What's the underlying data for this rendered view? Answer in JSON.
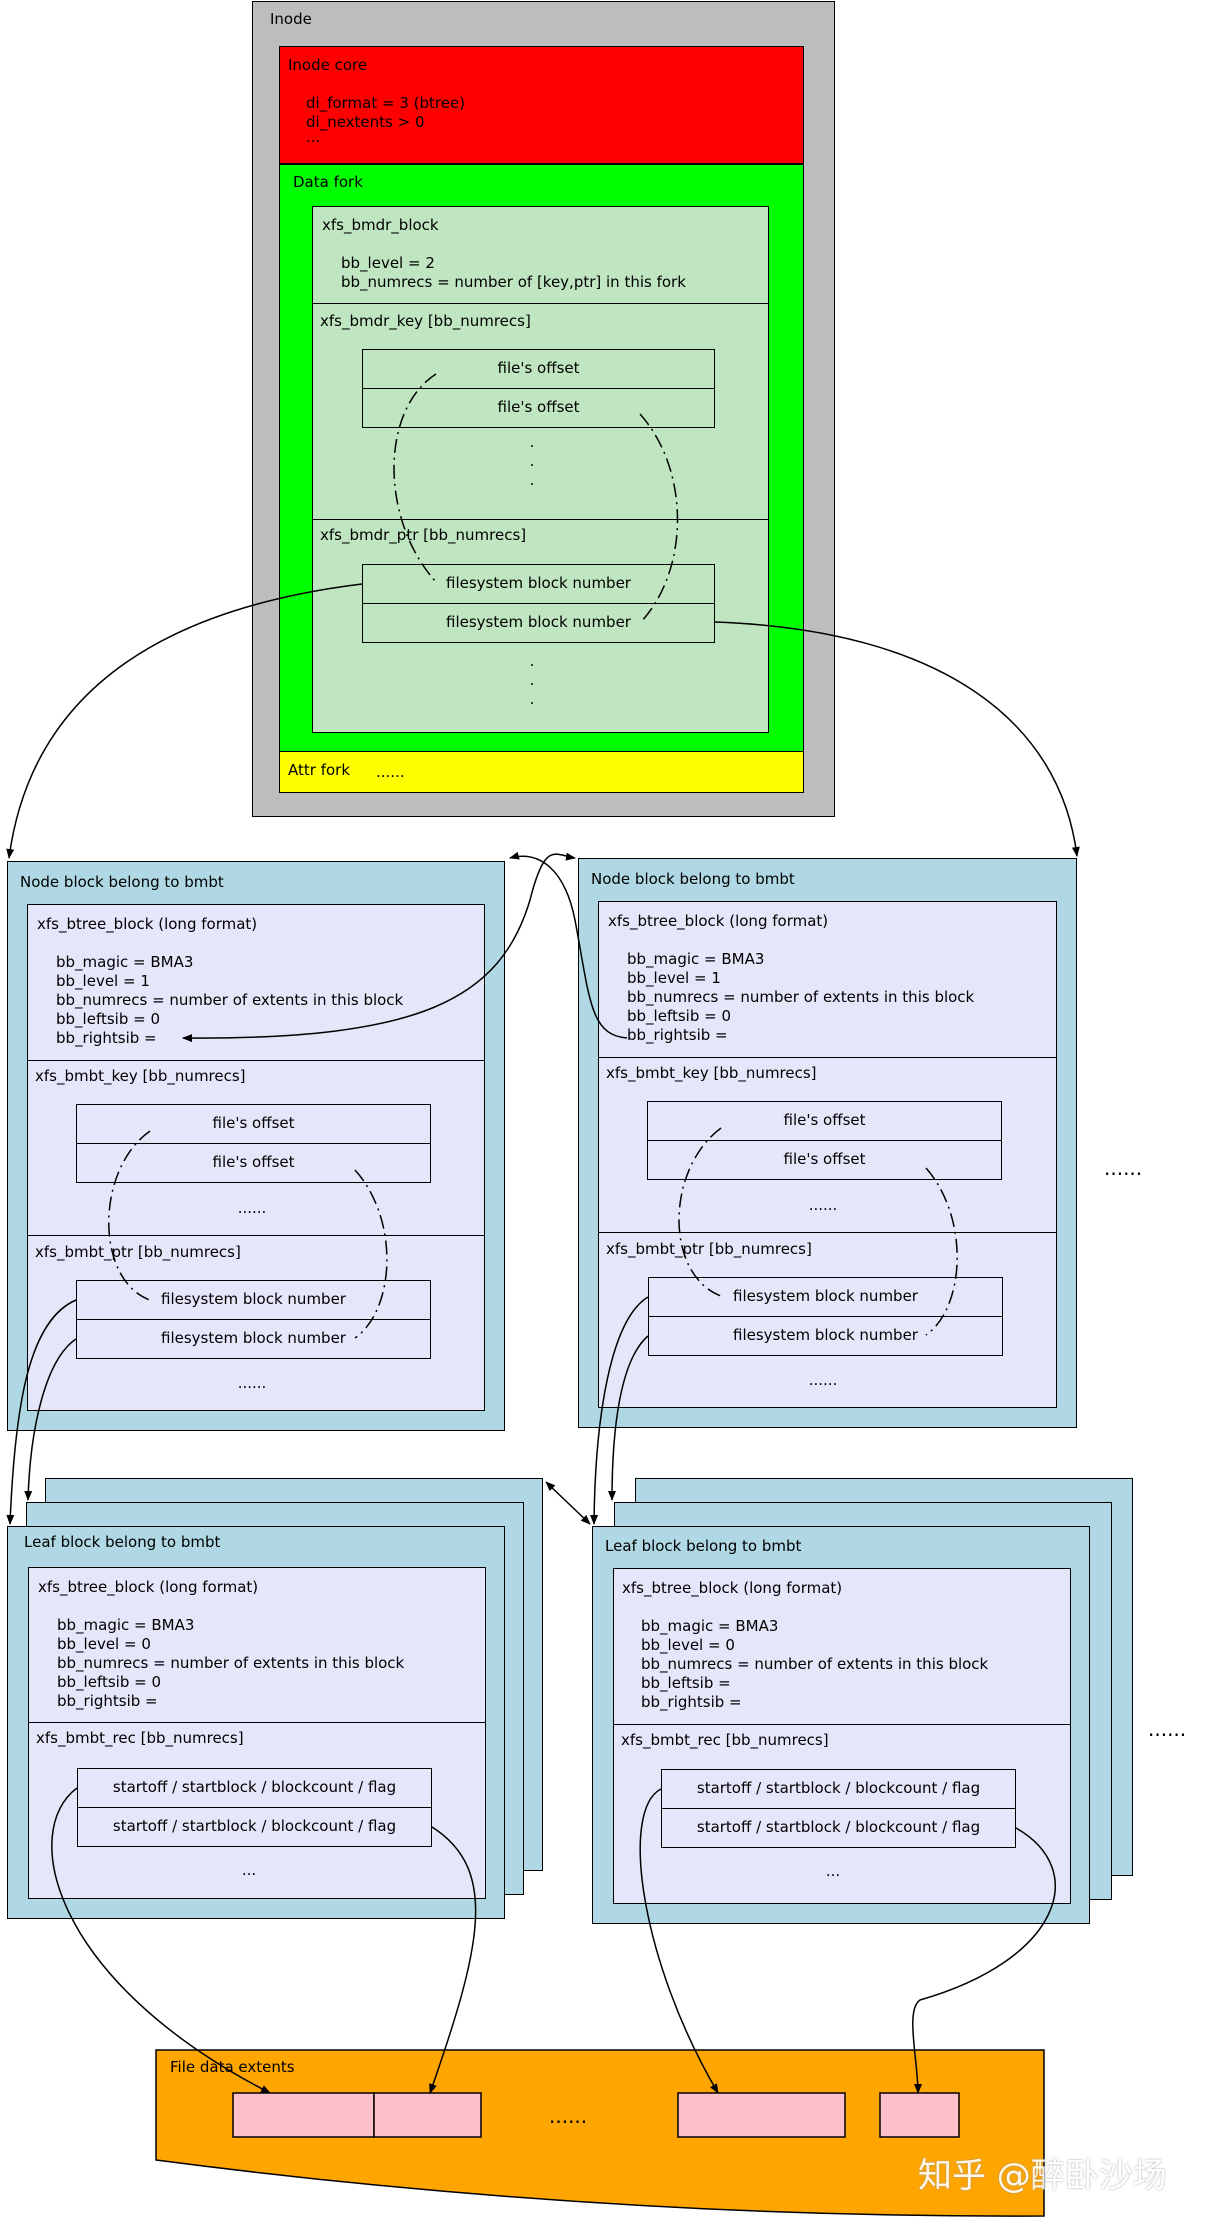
{
  "inode": {
    "title": "Inode",
    "core": {
      "title": "Inode core",
      "line1": "di_format = 3 (btree)",
      "line2": "di_nextents > 0",
      "line3": "..."
    },
    "data_fork": {
      "title": "Data fork",
      "bmdr_block": {
        "title": "xfs_bmdr_block",
        "line1": "bb_level = 2",
        "line2": "bb_numrecs = number of [key,ptr] in this fork"
      },
      "bmdr_key": {
        "title": "xfs_bmdr_key [bb_numrecs]",
        "rows": [
          "file's offset",
          "file's offset"
        ],
        "dots": ".\n.\n."
      },
      "bmdr_ptr": {
        "title": "xfs_bmdr_ptr [bb_numrecs]",
        "rows": [
          "filesystem block number",
          "filesystem block number"
        ],
        "dots": ".\n.\n."
      }
    },
    "attr_fork": {
      "title": "Attr fork",
      "dots": "......"
    }
  },
  "node_left": {
    "title": "Node block belong to bmbt",
    "btree": {
      "title": "xfs_btree_block (long format)",
      "lines": [
        "bb_magic = BMA3",
        "bb_level = 1",
        "bb_numrecs = number of extents in this block",
        "bb_leftsib = 0",
        "bb_rightsib ="
      ]
    },
    "key": {
      "title": "xfs_bmbt_key [bb_numrecs]",
      "rows": [
        "file's offset",
        "file's offset"
      ],
      "dots": "......"
    },
    "ptr": {
      "title": "xfs_bmbt_ptr [bb_numrecs]",
      "rows": [
        "filesystem block number",
        "filesystem block number"
      ],
      "dots": "......"
    }
  },
  "node_right": {
    "title": "Node block belong to bmbt",
    "btree": {
      "title": "xfs_btree_block (long format)",
      "lines": [
        "bb_magic = BMA3",
        "bb_level = 1",
        "bb_numrecs = number of extents in this block",
        "bb_leftsib = 0",
        "bb_rightsib ="
      ]
    },
    "key": {
      "title": "xfs_bmbt_key [bb_numrecs]",
      "rows": [
        "file's offset",
        "file's offset"
      ],
      "dots": "......"
    },
    "ptr": {
      "title": "xfs_bmbt_ptr [bb_numrecs]",
      "rows": [
        "filesystem block number",
        "filesystem block number"
      ],
      "dots": "......"
    }
  },
  "leaf_left": {
    "title": "Leaf block belong to bmbt",
    "btree": {
      "title": "xfs_btree_block (long format)",
      "lines": [
        "bb_magic = BMA3",
        "bb_level = 0",
        "bb_numrecs = number of extents in this block",
        "bb_leftsib = 0",
        "bb_rightsib ="
      ]
    },
    "rec": {
      "title": "xfs_bmbt_rec [bb_numrecs]",
      "rows": [
        "startoff / startblock / blockcount / flag",
        "startoff / startblock / blockcount / flag"
      ],
      "dots": "..."
    }
  },
  "leaf_right": {
    "title": "Leaf block belong to bmbt",
    "btree": {
      "title": "xfs_btree_block (long format)",
      "lines": [
        "bb_magic = BMA3",
        "bb_level = 0",
        "bb_numrecs = number of extents in this block",
        "bb_leftsib =",
        "bb_rightsib ="
      ]
    },
    "rec": {
      "title": "xfs_bmbt_rec [bb_numrecs]",
      "rows": [
        "startoff / startblock / blockcount / flag",
        "startoff / startblock / blockcount / flag"
      ],
      "dots": "..."
    }
  },
  "more_nodes": "......",
  "more_leaves": "......",
  "file_data": {
    "title": "File data extents",
    "dots": "......"
  },
  "watermark": "知乎 @醉卧沙场"
}
